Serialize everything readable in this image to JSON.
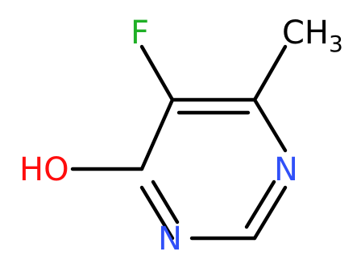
{
  "molecule": {
    "atoms": {
      "F": {
        "text": "F",
        "color": "#1fb026"
      },
      "O": {
        "text": "HO",
        "color": "#ff0d0d"
      },
      "N1": {
        "text": "N",
        "color": "#3050f8"
      },
      "N3": {
        "text": "N",
        "color": "#3050f8"
      },
      "CH3": {
        "text": "CH",
        "sub": "3",
        "color": "#000000"
      }
    },
    "bond_color": "#000000"
  }
}
